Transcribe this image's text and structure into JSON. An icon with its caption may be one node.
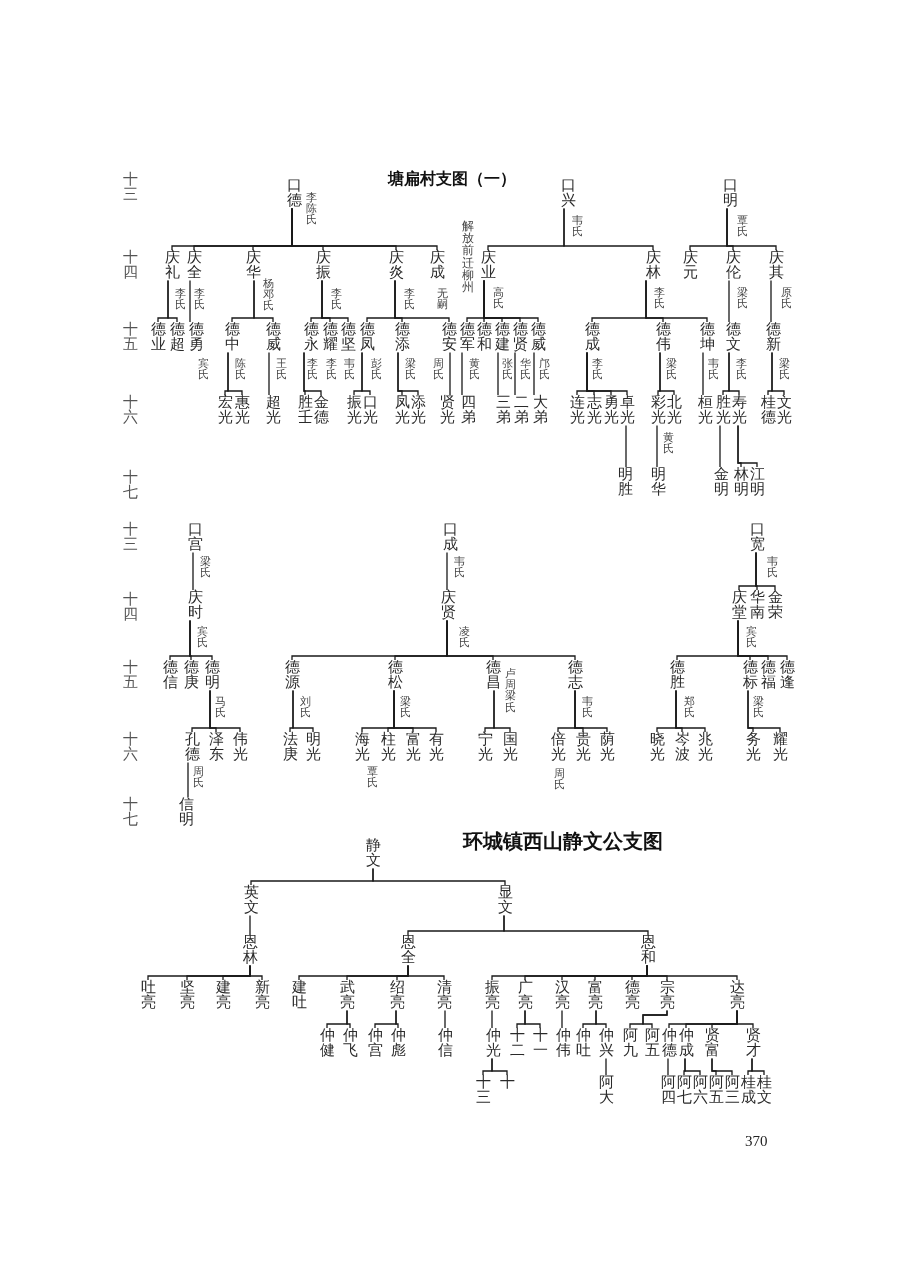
{
  "diagram": {
    "title": "塘扁村支图（一）",
    "nodes": [
      {
        "text": [
          "口德"
        ],
        "beside": [
          "李陈氏"
        ]
      },
      {
        "text": [
          "庆礼"
        ],
        "beside": [
          "李氏"
        ]
      },
      {
        "text": [
          "庆全"
        ],
        "beside": [
          "李氏"
        ]
      },
      {
        "text": [
          "庆华"
        ],
        "beside": [
          "杨邓氏"
        ]
      },
      {
        "text": [
          "庆振"
        ],
        "beside": [
          "李氏"
        ]
      },
      {
        "text": [
          "庆炎"
        ],
        "beside": [
          "李氏"
        ]
      },
      {
        "text": [
          "庆成"
        ],
        "beside": [
          "无嗣"
        ]
      },
      {
        "text": [
          "德业"
        ]
      },
      {
        "text": [
          "德超"
        ]
      },
      {
        "text": [
          "德勇"
        ],
        "beside": [
          "宾氏"
        ]
      },
      {
        "text": [
          "德中"
        ],
        "beside": [
          "陈氏"
        ]
      },
      {
        "text": [
          "德威"
        ],
        "beside": [
          "王氏"
        ]
      },
      {
        "text": [
          "德永"
        ],
        "beside": [
          "李氏"
        ]
      },
      {
        "text": [
          "德耀"
        ],
        "beside": [
          "李氏"
        ]
      },
      {
        "text": [
          "德坚"
        ],
        "beside": [
          "韦氏"
        ]
      },
      {
        "text": [
          "德凤"
        ],
        "beside": [
          "彭氏"
        ]
      },
      {
        "text": [
          "德添"
        ],
        "beside": [
          "梁氏"
        ]
      },
      {
        "text": [
          "德安"
        ],
        "beside": [
          "周氏"
        ]
      },
      {
        "text": [
          "宏光"
        ]
      },
      {
        "text": [
          "惠光"
        ]
      },
      {
        "text": [
          "超光"
        ]
      },
      {
        "text": [
          "胜壬"
        ]
      },
      {
        "text": [
          "金德"
        ]
      },
      {
        "text": [
          "振光"
        ]
      },
      {
        "text": [
          "口光"
        ]
      },
      {
        "text": [
          "凤光"
        ]
      },
      {
        "text": [
          "添光"
        ]
      },
      {
        "text": [
          "贤光"
        ]
      },
      {
        "text": [
          "口兴"
        ],
        "beside": [
          "韦氏"
        ]
      },
      {
        "text": [
          "庆业"
        ],
        "beside": [
          "高氏"
        ]
      },
      {
        "text": [
          "庆林"
        ],
        "beside": [
          "李氏"
        ]
      },
      {
        "text": [
          "德军"
        ],
        "beside": [
          "黄氏"
        ]
      },
      {
        "text": [
          "德和"
        ]
      },
      {
        "text": [
          "德建"
        ],
        "beside": [
          "张氏"
        ]
      },
      {
        "text": [
          "德贤"
        ],
        "beside": [
          "华氏"
        ]
      },
      {
        "text": [
          "德威"
        ],
        "beside": [
          "邝氏"
        ]
      },
      {
        "text": [
          "德成"
        ],
        "beside": [
          "李氏"
        ]
      },
      {
        "text": [
          "德伟"
        ],
        "beside": [
          "梁氏"
        ]
      },
      {
        "text": [
          "德坤"
        ],
        "beside": [
          "韦氏"
        ]
      },
      {
        "text": [
          "四弟"
        ]
      },
      {
        "text": [
          "三弟"
        ]
      },
      {
        "text": [
          "二弟"
        ]
      },
      {
        "text": [
          "大弟"
        ]
      },
      {
        "text": [
          "连光"
        ]
      },
      {
        "text": [
          "志光"
        ]
      },
      {
        "text": [
          "勇光"
        ]
      },
      {
        "text": [
          "卓光"
        ]
      },
      {
        "text": [
          "彩光"
        ],
        "beside": [
          "黄氏"
        ]
      },
      {
        "text": [
          "北光"
        ]
      },
      {
        "text": [
          "桓光"
        ]
      },
      {
        "text": [
          "明胜"
        ]
      },
      {
        "text": [
          "明华"
        ]
      },
      {
        "text": [
          "口明"
        ],
        "beside": [
          "覃氏"
        ]
      },
      {
        "text": [
          "庆元"
        ]
      },
      {
        "text": [
          "庆伦"
        ],
        "beside": [
          "梁氏"
        ]
      },
      {
        "text": [
          "庆其"
        ],
        "beside": [
          "原氏"
        ]
      },
      {
        "text": [
          "德文"
        ],
        "beside": [
          "李氏"
        ]
      },
      {
        "text": [
          "德新"
        ],
        "beside": [
          "梁氏"
        ]
      },
      {
        "text": [
          "胜光"
        ]
      },
      {
        "text": [
          "寿光"
        ]
      },
      {
        "text": [
          "桂德"
        ]
      },
      {
        "text": [
          "文光"
        ]
      },
      {
        "text": [
          "金明"
        ]
      },
      {
        "text": [
          "林明"
        ]
      },
      {
        "text": [
          "江明"
        ]
      },
      {
        "text": [
          "口宫"
        ],
        "beside": [
          "梁氏"
        ]
      },
      {
        "text": [
          "庆时"
        ],
        "beside": [
          "宾氏"
        ]
      },
      {
        "text": [
          "德信"
        ]
      },
      {
        "text": [
          "德庚"
        ]
      },
      {
        "text": [
          "德明"
        ],
        "beside": [
          "马氏"
        ]
      },
      {
        "text": [
          "孔德"
        ],
        "beside": [
          "周氏"
        ]
      },
      {
        "text": [
          "泽东"
        ]
      },
      {
        "text": [
          "伟光"
        ]
      },
      {
        "text": [
          "信明"
        ]
      },
      {
        "text": [
          "口成"
        ],
        "beside": [
          "韦氏"
        ]
      },
      {
        "text": [
          "庆贤"
        ],
        "beside": [
          "凌氏"
        ]
      },
      {
        "text": [
          "德源"
        ],
        "beside": [
          "刘氏"
        ]
      },
      {
        "text": [
          "德松"
        ],
        "beside": [
          "梁氏"
        ]
      },
      {
        "text": [
          "德昌"
        ],
        "beside": [
          "卢周梁氏"
        ]
      },
      {
        "text": [
          "德志"
        ],
        "beside": [
          "韦氏"
        ]
      },
      {
        "text": [
          "法庚"
        ]
      },
      {
        "text": [
          "明光"
        ]
      },
      {
        "text": [
          "海光"
        ],
        "beside": [
          "覃氏"
        ]
      },
      {
        "text": [
          "柱光"
        ]
      },
      {
        "text": [
          "富光"
        ]
      },
      {
        "text": [
          "有光"
        ]
      },
      {
        "text": [
          "宁光"
        ]
      },
      {
        "text": [
          "国光"
        ]
      },
      {
        "text": [
          "倍光"
        ],
        "beside": [
          "周氏"
        ]
      },
      {
        "text": [
          "贵光"
        ]
      },
      {
        "text": [
          "荫光"
        ]
      },
      {
        "text": [
          "口宽"
        ],
        "beside": [
          "韦氏"
        ]
      },
      {
        "text": [
          "庆堂"
        ],
        "beside": [
          "宾氏"
        ]
      },
      {
        "text": [
          "华南"
        ]
      },
      {
        "text": [
          "金荣"
        ]
      },
      {
        "text": [
          "德胜"
        ],
        "beside": [
          "郑氏"
        ]
      },
      {
        "text": [
          "德标"
        ],
        "beside": [
          "梁氏"
        ]
      },
      {
        "text": [
          "德福"
        ]
      },
      {
        "text": [
          "德逢"
        ]
      },
      {
        "text": [
          "晓光"
        ]
      },
      {
        "text": [
          "岑波"
        ]
      },
      {
        "text": [
          "兆光"
        ]
      },
      {
        "text": [
          "务光"
        ]
      },
      {
        "text": [
          "耀光"
        ]
      },
      {
        "text": [
          "静文"
        ]
      },
      {
        "text": [
          "英文"
        ]
      },
      {
        "text": [
          "显文"
        ]
      },
      {
        "text": [
          "恩林"
        ]
      },
      {
        "text": [
          "恩全"
        ]
      },
      {
        "text": [
          "恩和"
        ]
      },
      {
        "text": [
          "吐亮"
        ]
      },
      {
        "text": [
          "坚亮"
        ]
      },
      {
        "text": [
          "建亮"
        ]
      },
      {
        "text": [
          "新亮"
        ]
      },
      {
        "text": [
          "建吐"
        ]
      },
      {
        "text": [
          "武亮"
        ]
      },
      {
        "text": [
          "绍亮"
        ]
      },
      {
        "text": [
          "清亮"
        ]
      },
      {
        "text": [
          "振亮"
        ]
      },
      {
        "text": [
          "广亮"
        ]
      },
      {
        "text": [
          "汉亮"
        ]
      },
      {
        "text": [
          "富亮"
        ]
      },
      {
        "text": [
          "德亮"
        ]
      },
      {
        "text": [
          "宗亮"
        ]
      },
      {
        "text": [
          "达亮"
        ]
      },
      {
        "text": [
          "仲健"
        ]
      },
      {
        "text": [
          "仲飞"
        ]
      },
      {
        "text": [
          "仲宫"
        ]
      },
      {
        "text": [
          "仲彪"
        ]
      },
      {
        "text": [
          "仲信"
        ]
      },
      {
        "text": [
          "仲光"
        ]
      },
      {
        "text": [
          "十二"
        ]
      },
      {
        "text": [
          "十一"
        ]
      },
      {
        "text": [
          "仲伟"
        ]
      },
      {
        "text": [
          "仲吐"
        ]
      },
      {
        "text": [
          "仲兴"
        ]
      },
      {
        "text": [
          "阿九"
        ]
      },
      {
        "text": [
          "阿五"
        ]
      },
      {
        "text": [
          "仲德"
        ]
      },
      {
        "text": [
          "仲成"
        ]
      },
      {
        "text": [
          "贤富"
        ]
      },
      {
        "text": [
          "贤才"
        ]
      },
      {
        "text": [
          "十三"
        ]
      },
      {
        "text": [
          "十"
        ]
      },
      {
        "text": [
          "阿大"
        ]
      },
      {
        "text": [
          "阿四"
        ]
      },
      {
        "text": [
          "阿七"
        ]
      },
      {
        "text": [
          "阿六"
        ]
      },
      {
        "text": [
          "阿五"
        ]
      },
      {
        "text": [
          "阿三"
        ]
      },
      {
        "text": [
          "桂成"
        ]
      },
      {
        "text": [
          "桂文"
        ]
      }
    ],
    "edges": [
      {
        "from": 0,
        "to": 1,
        "arrow": "none"
      },
      {
        "from": 0,
        "to": 2,
        "arrow": "none"
      },
      {
        "from": 0,
        "to": 3,
        "arrow": "none"
      },
      {
        "from": 0,
        "to": 4,
        "arrow": "none"
      },
      {
        "from": 0,
        "to": 5,
        "arrow": "none"
      },
      {
        "from": 0,
        "to": 6,
        "arrow": "none"
      },
      {
        "from": 1,
        "to": 7,
        "arrow": "none"
      },
      {
        "from": 1,
        "to": 8,
        "arrow": "none"
      },
      {
        "from": 2,
        "to": 9,
        "arrow": "none"
      },
      {
        "from": 3,
        "to": 10,
        "arrow": "none"
      },
      {
        "from": 3,
        "to": 11,
        "arrow": "none"
      },
      {
        "from": 4,
        "to": 12,
        "arrow": "none"
      },
      {
        "from": 4,
        "to": 13,
        "arrow": "none"
      },
      {
        "from": 4,
        "to": 14,
        "arrow": "none"
      },
      {
        "from": 5,
        "to": 15,
        "arrow": "none"
      },
      {
        "from": 5,
        "to": 16,
        "arrow": "none"
      },
      {
        "from": 5,
        "to": 17,
        "arrow": "none"
      },
      {
        "from": 10,
        "to": 18,
        "arrow": "none"
      },
      {
        "from": 10,
        "to": 19,
        "arrow": "none"
      },
      {
        "from": 11,
        "to": 20,
        "arrow": "none"
      },
      {
        "from": 12,
        "to": 21,
        "arrow": "none"
      },
      {
        "from": 12,
        "to": 22,
        "arrow": "none"
      },
      {
        "from": 15,
        "to": 23,
        "arrow": "none"
      },
      {
        "from": 15,
        "to": 24,
        "arrow": "none"
      },
      {
        "from": 16,
        "to": 25,
        "arrow": "none"
      },
      {
        "from": 16,
        "to": 26,
        "arrow": "none"
      },
      {
        "from": 17,
        "to": 27,
        "arrow": "none"
      },
      {
        "from": 28,
        "to": 29,
        "arrow": "none"
      },
      {
        "from": 28,
        "to": 30,
        "arrow": "none"
      },
      {
        "from": 29,
        "to": 31,
        "arrow": "none"
      },
      {
        "from": 29,
        "to": 32,
        "arrow": "none"
      },
      {
        "from": 29,
        "to": 33,
        "arrow": "none"
      },
      {
        "from": 29,
        "to": 34,
        "arrow": "none"
      },
      {
        "from": 29,
        "to": 35,
        "arrow": "none"
      },
      {
        "from": 30,
        "to": 36,
        "arrow": "none"
      },
      {
        "from": 30,
        "to": 37,
        "arrow": "none"
      },
      {
        "from": 30,
        "to": 38,
        "arrow": "none"
      },
      {
        "from": 31,
        "to": 39,
        "arrow": "none"
      },
      {
        "from": 33,
        "to": 40,
        "arrow": "none"
      },
      {
        "from": 34,
        "to": 41,
        "arrow": "none"
      },
      {
        "from": 35,
        "to": 42,
        "arrow": "none"
      },
      {
        "from": 36,
        "to": 43,
        "arrow": "none"
      },
      {
        "from": 36,
        "to": 44,
        "arrow": "none"
      },
      {
        "from": 36,
        "to": 45,
        "arrow": "none"
      },
      {
        "from": 36,
        "to": 46,
        "arrow": "none"
      },
      {
        "from": 37,
        "to": 47,
        "arrow": "none"
      },
      {
        "from": 37,
        "to": 48,
        "arrow": "none"
      },
      {
        "from": 38,
        "to": 49,
        "arrow": "none"
      },
      {
        "from": 46,
        "to": 50,
        "arrow": "none"
      },
      {
        "from": 47,
        "to": 51,
        "arrow": "none"
      },
      {
        "from": 52,
        "to": 53,
        "arrow": "none"
      },
      {
        "from": 52,
        "to": 54,
        "arrow": "none"
      },
      {
        "from": 52,
        "to": 55,
        "arrow": "none"
      },
      {
        "from": 54,
        "to": 56,
        "arrow": "none"
      },
      {
        "from": 55,
        "to": 57,
        "arrow": "none"
      },
      {
        "from": 56,
        "to": 58,
        "arrow": "none"
      },
      {
        "from": 56,
        "to": 59,
        "arrow": "none"
      },
      {
        "from": 57,
        "to": 60,
        "arrow": "none"
      },
      {
        "from": 57,
        "to": 61,
        "arrow": "none"
      },
      {
        "from": 58,
        "to": 62,
        "arrow": "none"
      },
      {
        "from": 59,
        "to": 63,
        "arrow": "none"
      },
      {
        "from": 59,
        "to": 64,
        "arrow": "none"
      },
      {
        "from": 65,
        "to": 66,
        "arrow": "none"
      },
      {
        "from": 66,
        "to": 67,
        "arrow": "none"
      },
      {
        "from": 66,
        "to": 68,
        "arrow": "none"
      },
      {
        "from": 66,
        "to": 69,
        "arrow": "none"
      },
      {
        "from": 69,
        "to": 70,
        "arrow": "none"
      },
      {
        "from": 69,
        "to": 71,
        "arrow": "none"
      },
      {
        "from": 69,
        "to": 72,
        "arrow": "none"
      },
      {
        "from": 70,
        "to": 73,
        "arrow": "none"
      },
      {
        "from": 74,
        "to": 75,
        "arrow": "none"
      },
      {
        "from": 75,
        "to": 76,
        "arrow": "none"
      },
      {
        "from": 75,
        "to": 77,
        "arrow": "none"
      },
      {
        "from": 75,
        "to": 78,
        "arrow": "none"
      },
      {
        "from": 75,
        "to": 79,
        "arrow": "none"
      },
      {
        "from": 76,
        "to": 80,
        "arrow": "none"
      },
      {
        "from": 76,
        "to": 81,
        "arrow": "none"
      },
      {
        "from": 77,
        "to": 82,
        "arrow": "none"
      },
      {
        "from": 77,
        "to": 83,
        "arrow": "none"
      },
      {
        "from": 77,
        "to": 84,
        "arrow": "none"
      },
      {
        "from": 77,
        "to": 85,
        "arrow": "none"
      },
      {
        "from": 78,
        "to": 86,
        "arrow": "none"
      },
      {
        "from": 78,
        "to": 87,
        "arrow": "none"
      },
      {
        "from": 79,
        "to": 88,
        "arrow": "none"
      },
      {
        "from": 79,
        "to": 89,
        "arrow": "none"
      },
      {
        "from": 79,
        "to": 90,
        "arrow": "none"
      },
      {
        "from": 91,
        "to": 92,
        "arrow": "none"
      },
      {
        "from": 91,
        "to": 93,
        "arrow": "none"
      },
      {
        "from": 91,
        "to": 94,
        "arrow": "none"
      },
      {
        "from": 92,
        "to": 95,
        "arrow": "none"
      },
      {
        "from": 92,
        "to": 96,
        "arrow": "none"
      },
      {
        "from": 92,
        "to": 97,
        "arrow": "none"
      },
      {
        "from": 92,
        "to": 98,
        "arrow": "none"
      },
      {
        "from": 95,
        "to": 99,
        "arrow": "none"
      },
      {
        "from": 95,
        "to": 100,
        "arrow": "none"
      },
      {
        "from": 95,
        "to": 101,
        "arrow": "none"
      },
      {
        "from": 96,
        "to": 102,
        "arrow": "none"
      },
      {
        "from": 96,
        "to": 103,
        "arrow": "none"
      },
      {
        "from": 104,
        "to": 105,
        "arrow": "none"
      },
      {
        "from": 104,
        "to": 106,
        "arrow": "none"
      },
      {
        "from": 105,
        "to": 107,
        "arrow": "none"
      },
      {
        "from": 107,
        "to": 110,
        "arrow": "none"
      },
      {
        "from": 107,
        "to": 111,
        "arrow": "none"
      },
      {
        "from": 107,
        "to": 112,
        "arrow": "none"
      },
      {
        "from": 107,
        "to": 113,
        "arrow": "none"
      },
      {
        "from": 106,
        "to": 108,
        "arrow": "none"
      },
      {
        "from": 106,
        "to": 109,
        "arrow": "none"
      },
      {
        "from": 108,
        "to": 114,
        "arrow": "none"
      },
      {
        "from": 108,
        "to": 115,
        "arrow": "none"
      },
      {
        "from": 108,
        "to": 116,
        "arrow": "none"
      },
      {
        "from": 108,
        "to": 117,
        "arrow": "none"
      },
      {
        "from": 109,
        "to": 118,
        "arrow": "none"
      },
      {
        "from": 109,
        "to": 119,
        "arrow": "none"
      },
      {
        "from": 109,
        "to": 120,
        "arrow": "none"
      },
      {
        "from": 109,
        "to": 121,
        "arrow": "none"
      },
      {
        "from": 109,
        "to": 122,
        "arrow": "none"
      },
      {
        "from": 109,
        "to": 123,
        "arrow": "none"
      },
      {
        "from": 109,
        "to": 124,
        "arrow": "none"
      },
      {
        "from": 115,
        "to": 125,
        "arrow": "none"
      },
      {
        "from": 115,
        "to": 126,
        "arrow": "none"
      },
      {
        "from": 116,
        "to": 127,
        "arrow": "none"
      },
      {
        "from": 116,
        "to": 128,
        "arrow": "none"
      },
      {
        "from": 117,
        "to": 129,
        "arrow": "none"
      },
      {
        "from": 118,
        "to": 130,
        "arrow": "none"
      },
      {
        "from": 119,
        "to": 131,
        "arrow": "none"
      },
      {
        "from": 119,
        "to": 132,
        "arrow": "none"
      },
      {
        "from": 120,
        "to": 133,
        "arrow": "none"
      },
      {
        "from": 121,
        "to": 134,
        "arrow": "none"
      },
      {
        "from": 121,
        "to": 135,
        "arrow": "none"
      },
      {
        "from": 123,
        "to": 136,
        "arrow": "none"
      },
      {
        "from": 123,
        "to": 137,
        "arrow": "none"
      },
      {
        "from": 124,
        "to": 138,
        "arrow": "none"
      },
      {
        "from": 124,
        "to": 139,
        "arrow": "none"
      },
      {
        "from": 124,
        "to": 140,
        "arrow": "none"
      },
      {
        "from": 124,
        "to": 141,
        "arrow": "none"
      },
      {
        "from": 130,
        "to": 142,
        "arrow": "none"
      },
      {
        "from": 130,
        "to": 143,
        "arrow": "none"
      },
      {
        "from": 135,
        "to": 144,
        "arrow": "none"
      },
      {
        "from": 138,
        "to": 145,
        "arrow": "none"
      },
      {
        "from": 139,
        "to": 146,
        "arrow": "none"
      },
      {
        "from": 139,
        "to": 147,
        "arrow": "none"
      },
      {
        "from": 140,
        "to": 148,
        "arrow": "none"
      },
      {
        "from": 140,
        "to": 149,
        "arrow": "none"
      },
      {
        "from": 141,
        "to": 150,
        "arrow": "none"
      },
      {
        "from": 141,
        "to": 151,
        "arrow": "none"
      }
    ],
    "labels": [
      "十三",
      "十四",
      "十五",
      "十六",
      "十七",
      "解放前迁柳州",
      "十三",
      "十四",
      "十五",
      "十六",
      "十七",
      "环城镇西山静文公支图",
      "370"
    ]
  }
}
